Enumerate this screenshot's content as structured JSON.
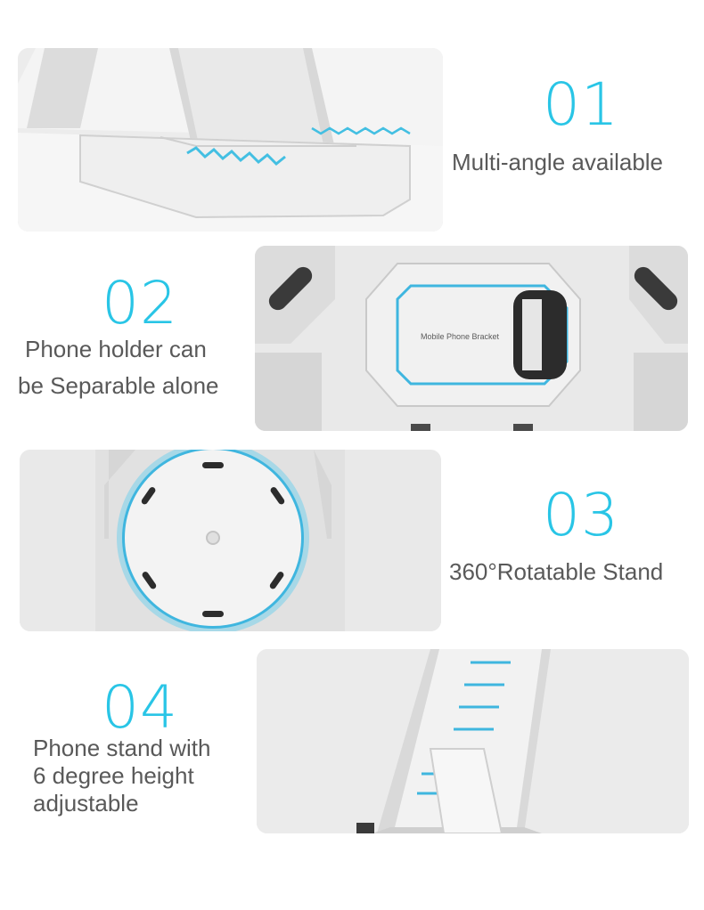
{
  "sections": [
    {
      "number": "01",
      "caption_lines": [
        "Multi-angle available"
      ]
    },
    {
      "number": "02",
      "caption_lines": [
        "Phone holder can",
        "be Separable alone"
      ]
    },
    {
      "number": "03",
      "caption_lines": [
        "360°Rotatable Stand"
      ]
    },
    {
      "number": "04",
      "caption_lines": [
        "Phone stand with",
        "6 degree height",
        "adjustable"
      ]
    }
  ],
  "images": {
    "panel_2_engraving": "Mobile Phone Bracket"
  },
  "colors": {
    "accent": "#29c5e6",
    "caption": "#595959",
    "panel": "#e6e6e6"
  }
}
